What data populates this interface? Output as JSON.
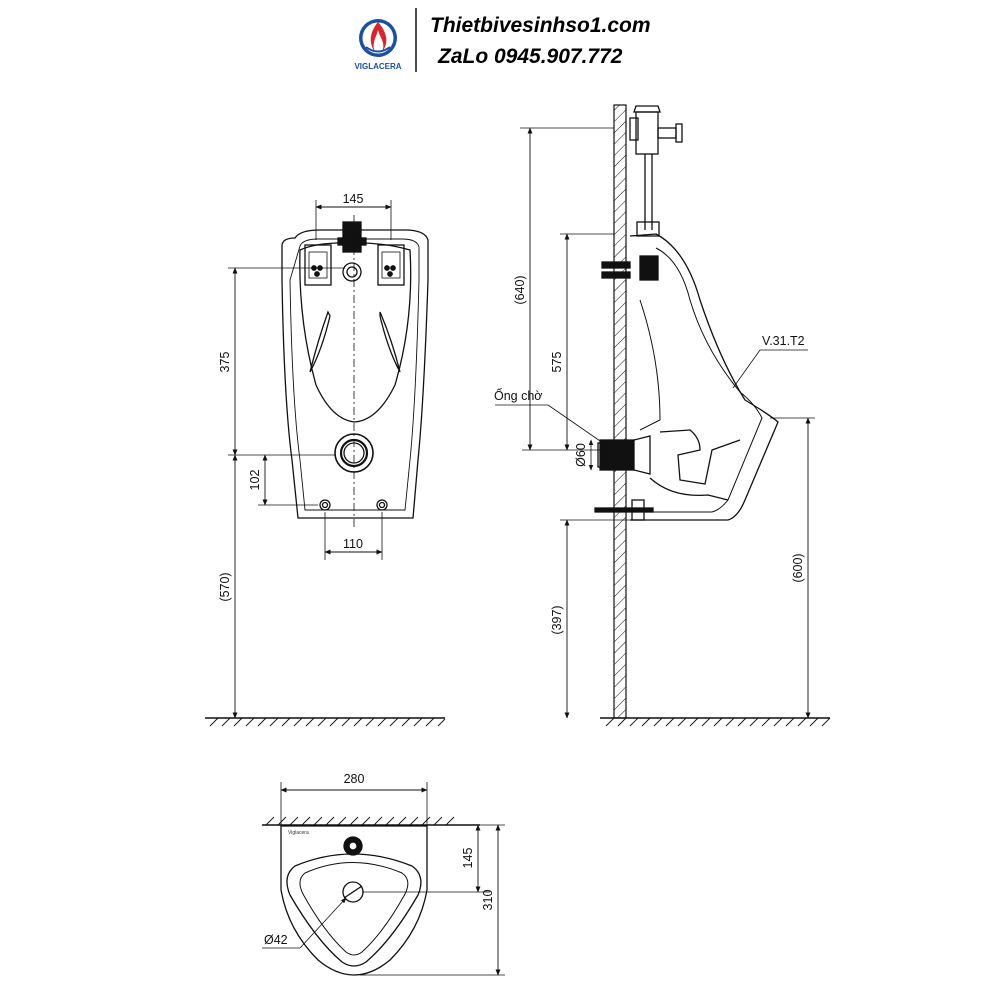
{
  "header": {
    "brand": "VIGLACERA",
    "website": "Thietbivesinhso1.com",
    "phone": "ZaLo 0945.907.772"
  },
  "front_view": {
    "dim_top_width": "145",
    "dim_height_to_inlet": "375",
    "dim_outlet_to_mount": "102",
    "dim_mount_spacing": "110",
    "dim_floor_to_outlet": "(570)"
  },
  "side_view": {
    "dim_total_height": "(640)",
    "dim_inlet_to_outlet": "575",
    "dim_floor_to_bottom": "(397)",
    "dim_floor_to_lip": "(600)",
    "label_pipe": "Ống chờ",
    "label_pipe_diameter": "Ø60",
    "label_model": "V.31.T2"
  },
  "top_view": {
    "dim_width": "280",
    "dim_inlet_depth": "145",
    "dim_total_depth": "310",
    "label_drain": "Ø42",
    "brand_mark": "Viglacera"
  },
  "colors": {
    "line": "#111111",
    "brand_blue": "#1c4fa0",
    "brand_red": "#d8262e"
  },
  "icons": [
    "viglacera-logo-icon"
  ]
}
